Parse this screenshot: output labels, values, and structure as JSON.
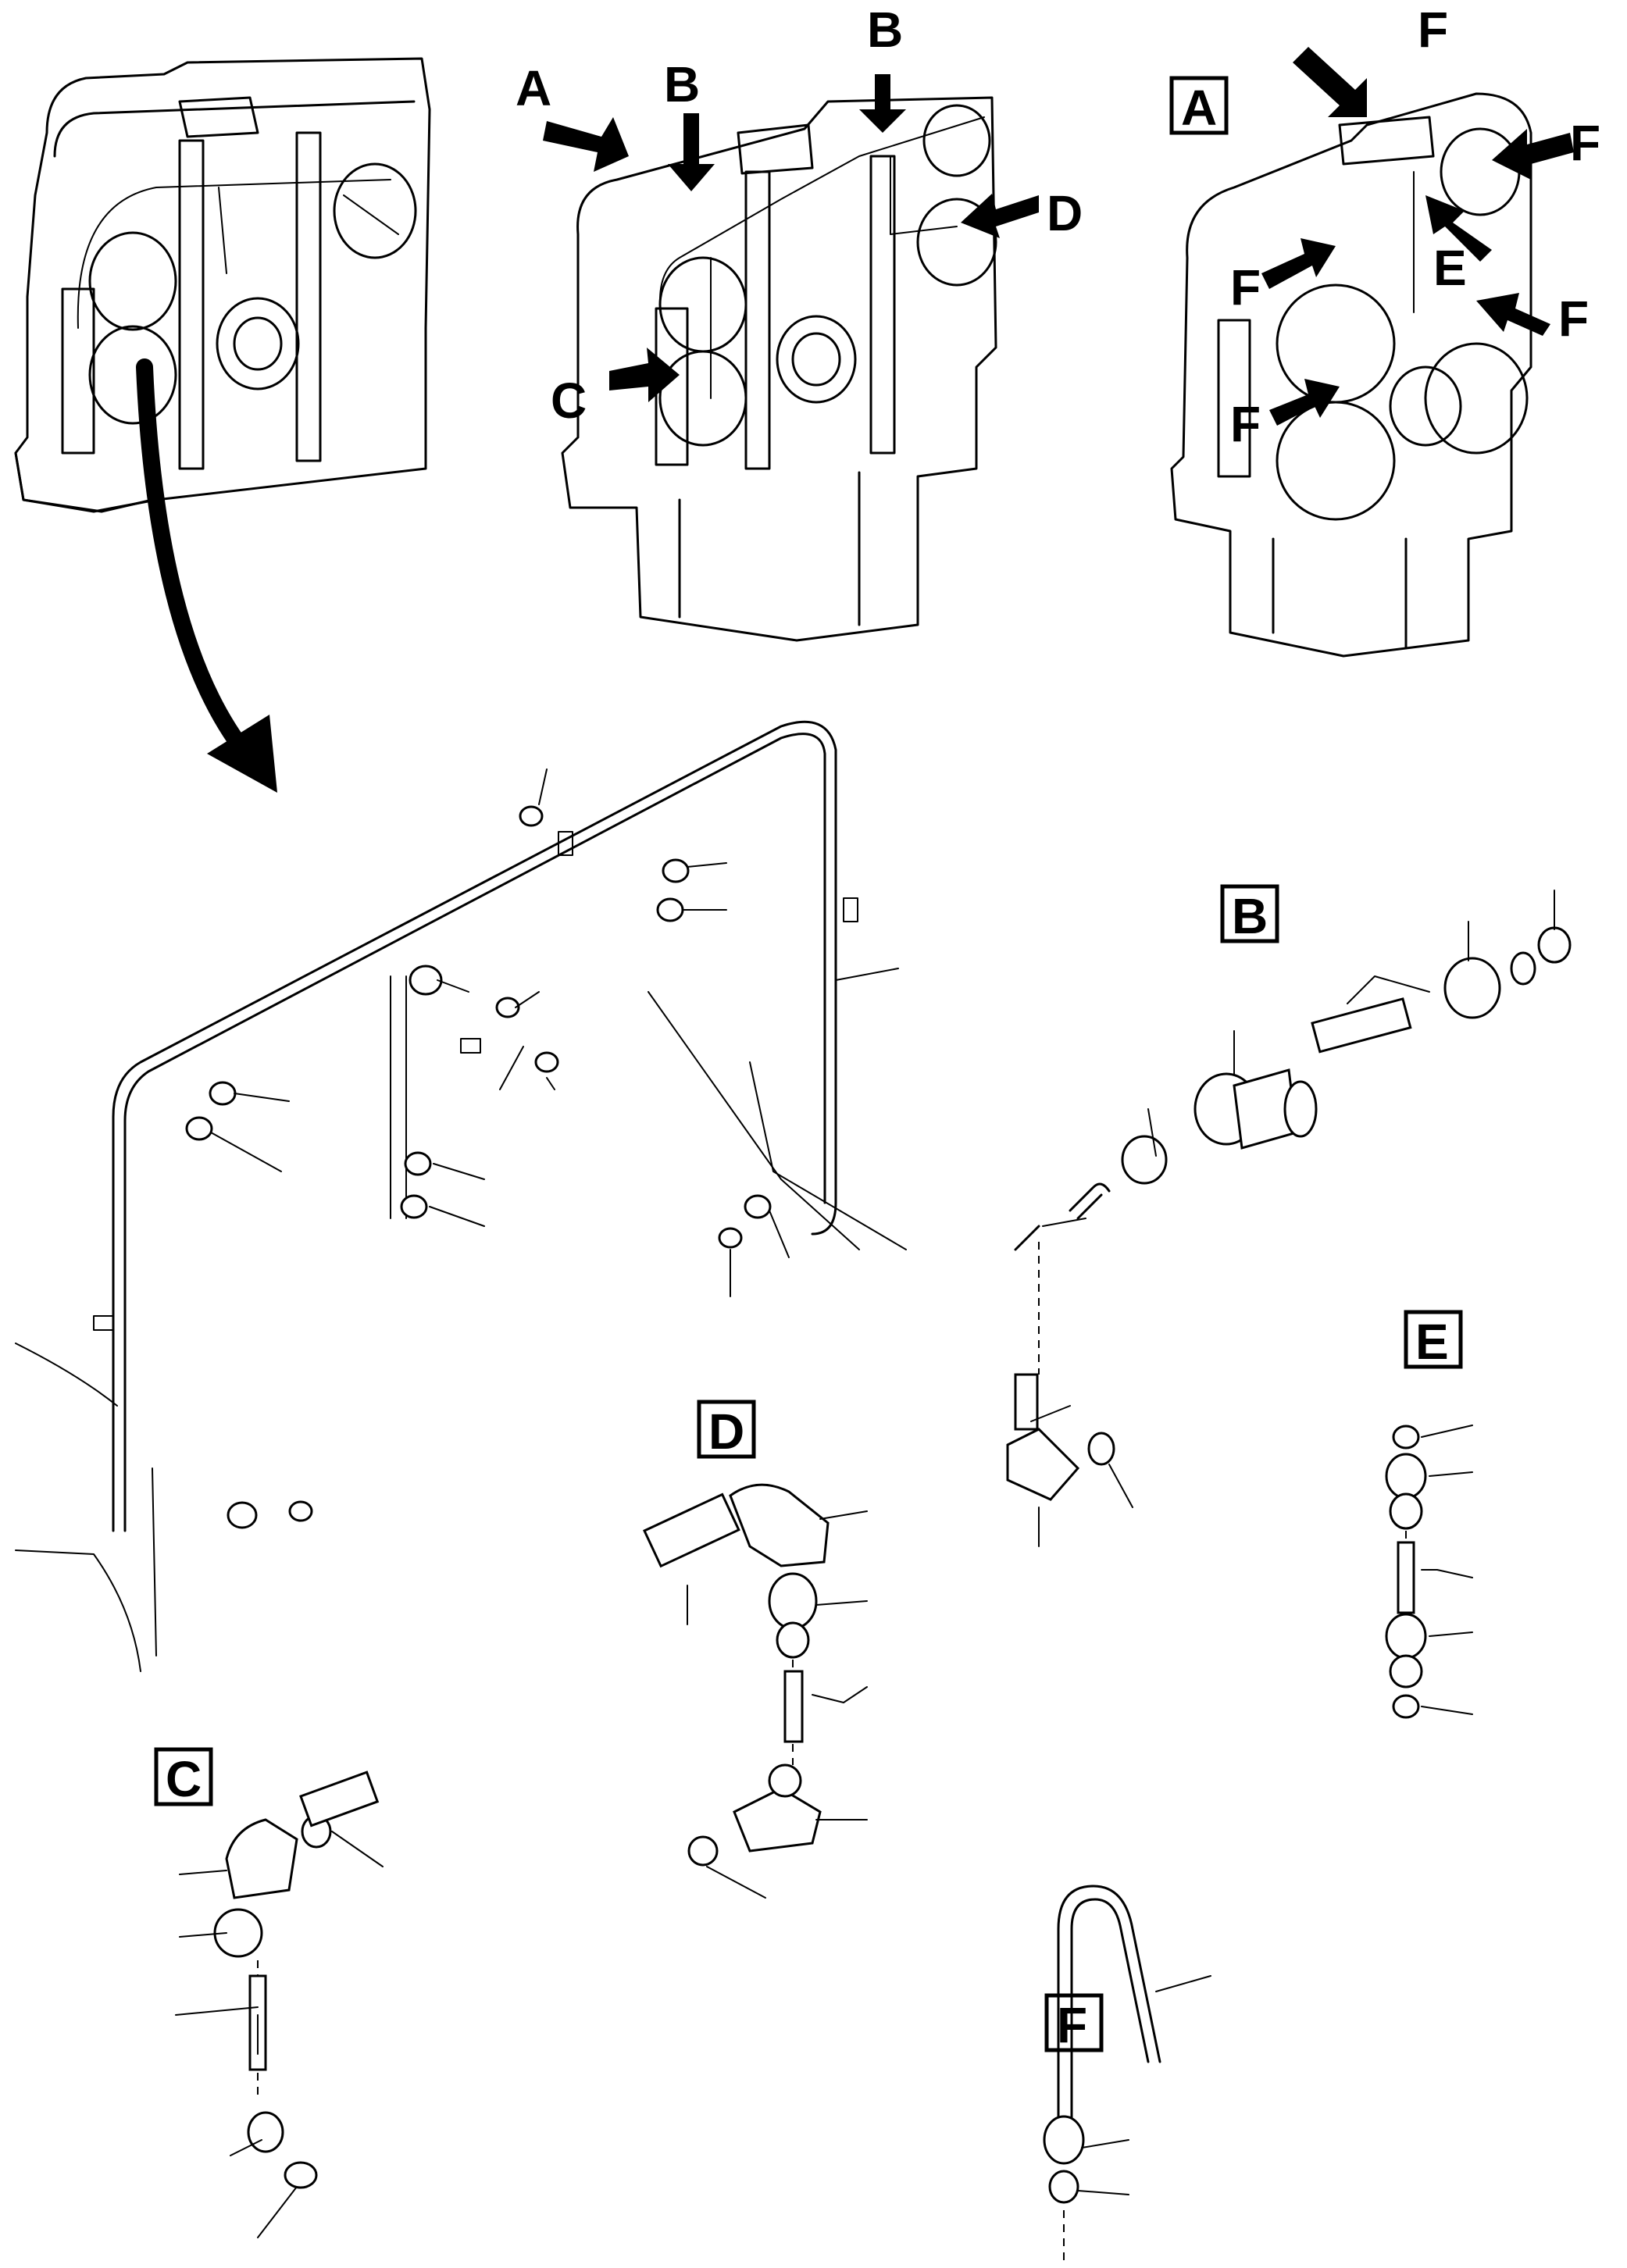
{
  "labels": {
    "view_a": "A",
    "view_b": "B",
    "view_c": "C",
    "view_d": "D",
    "view_e": "E",
    "view_f": "F",
    "arrow_a": "A",
    "arrow_b1": "B",
    "arrow_b2": "B",
    "arrow_c": "C",
    "arrow_d": "D",
    "arrow_e": "E",
    "arrow_f1": "F",
    "arrow_f2": "F",
    "arrow_f3": "F",
    "arrow_f4": "F",
    "arrow_f5": "F"
  }
}
